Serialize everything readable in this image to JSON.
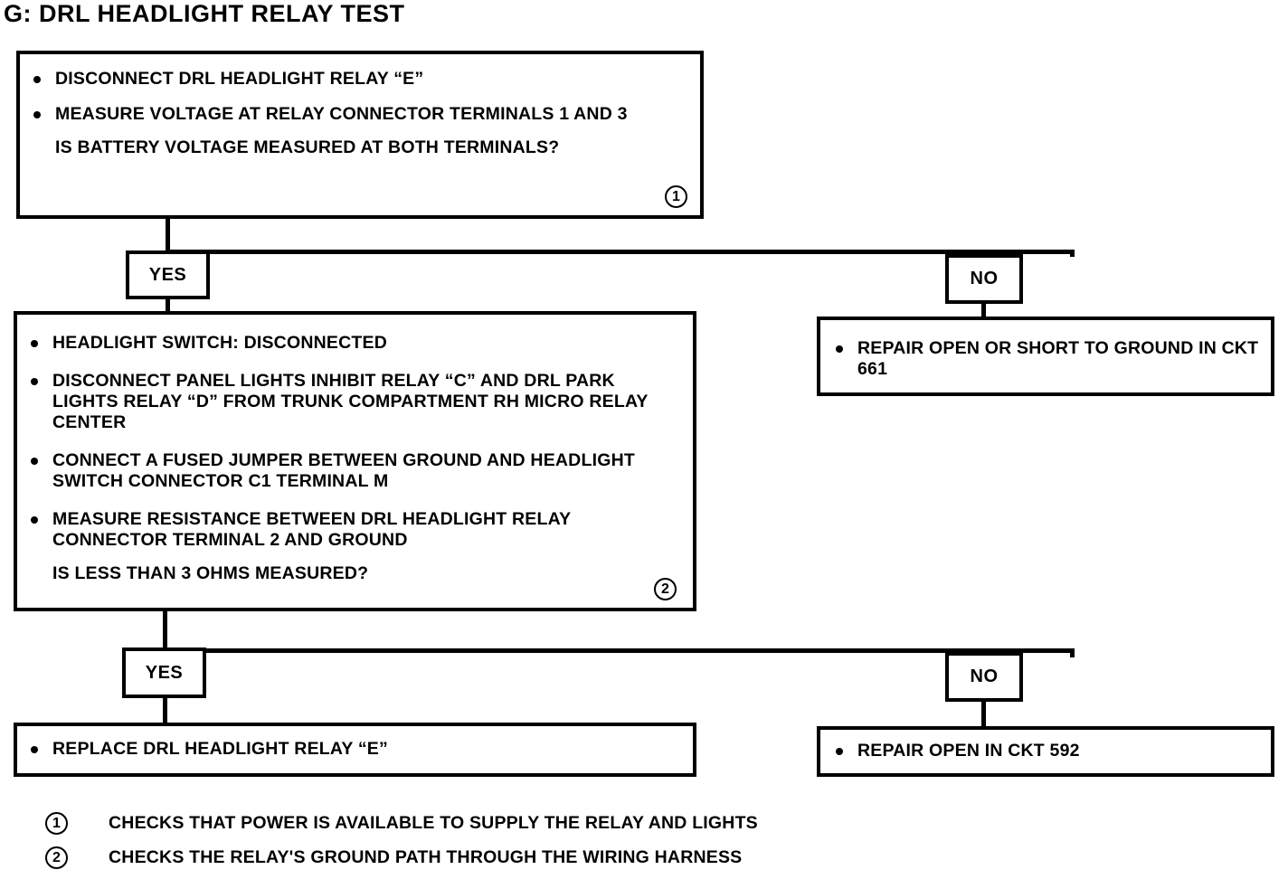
{
  "title": "G: DRL HEADLIGHT RELAY TEST",
  "step1": {
    "bullets": [
      "DISCONNECT DRL HEADLIGHT RELAY “E”",
      "MEASURE VOLTAGE AT RELAY CONNECTOR TERMINALS 1 AND 3"
    ],
    "question": "IS BATTERY VOLTAGE MEASURED AT BOTH TERMINALS?",
    "marker": "1"
  },
  "step1_branch": {
    "yes_label": "YES",
    "no_label": "NO"
  },
  "step1_no_result": {
    "bullets": [
      "REPAIR OPEN OR SHORT TO GROUND IN CKT 661"
    ]
  },
  "step2": {
    "bullets": [
      "HEADLIGHT SWITCH: DISCONNECTED",
      "DISCONNECT PANEL LIGHTS INHIBIT RELAY “C” AND DRL PARK LIGHTS RELAY “D” FROM TRUNK COMPARTMENT RH MICRO RELAY CENTER",
      "CONNECT A FUSED JUMPER BETWEEN GROUND AND HEADLIGHT SWITCH CONNECTOR C1 TERMINAL M",
      "MEASURE RESISTANCE BETWEEN DRL HEADLIGHT RELAY CONNECTOR TERMINAL 2 AND GROUND"
    ],
    "question": "IS LESS THAN 3 OHMS MEASURED?",
    "marker": "2"
  },
  "step2_branch": {
    "yes_label": "YES",
    "no_label": "NO"
  },
  "step2_yes_result": {
    "bullets": [
      "REPLACE DRL HEADLIGHT RELAY “E”"
    ]
  },
  "step2_no_result": {
    "bullets": [
      "REPAIR OPEN IN CKT 592"
    ]
  },
  "footnotes": [
    {
      "mark": "1",
      "text": "CHECKS THAT POWER IS AVAILABLE TO SUPPLY THE RELAY AND LIGHTS"
    },
    {
      "mark": "2",
      "text": "CHECKS THE RELAY'S GROUND PATH THROUGH THE WIRING HARNESS"
    }
  ],
  "colors": {
    "ink": "#000000",
    "paper": "#ffffff"
  }
}
